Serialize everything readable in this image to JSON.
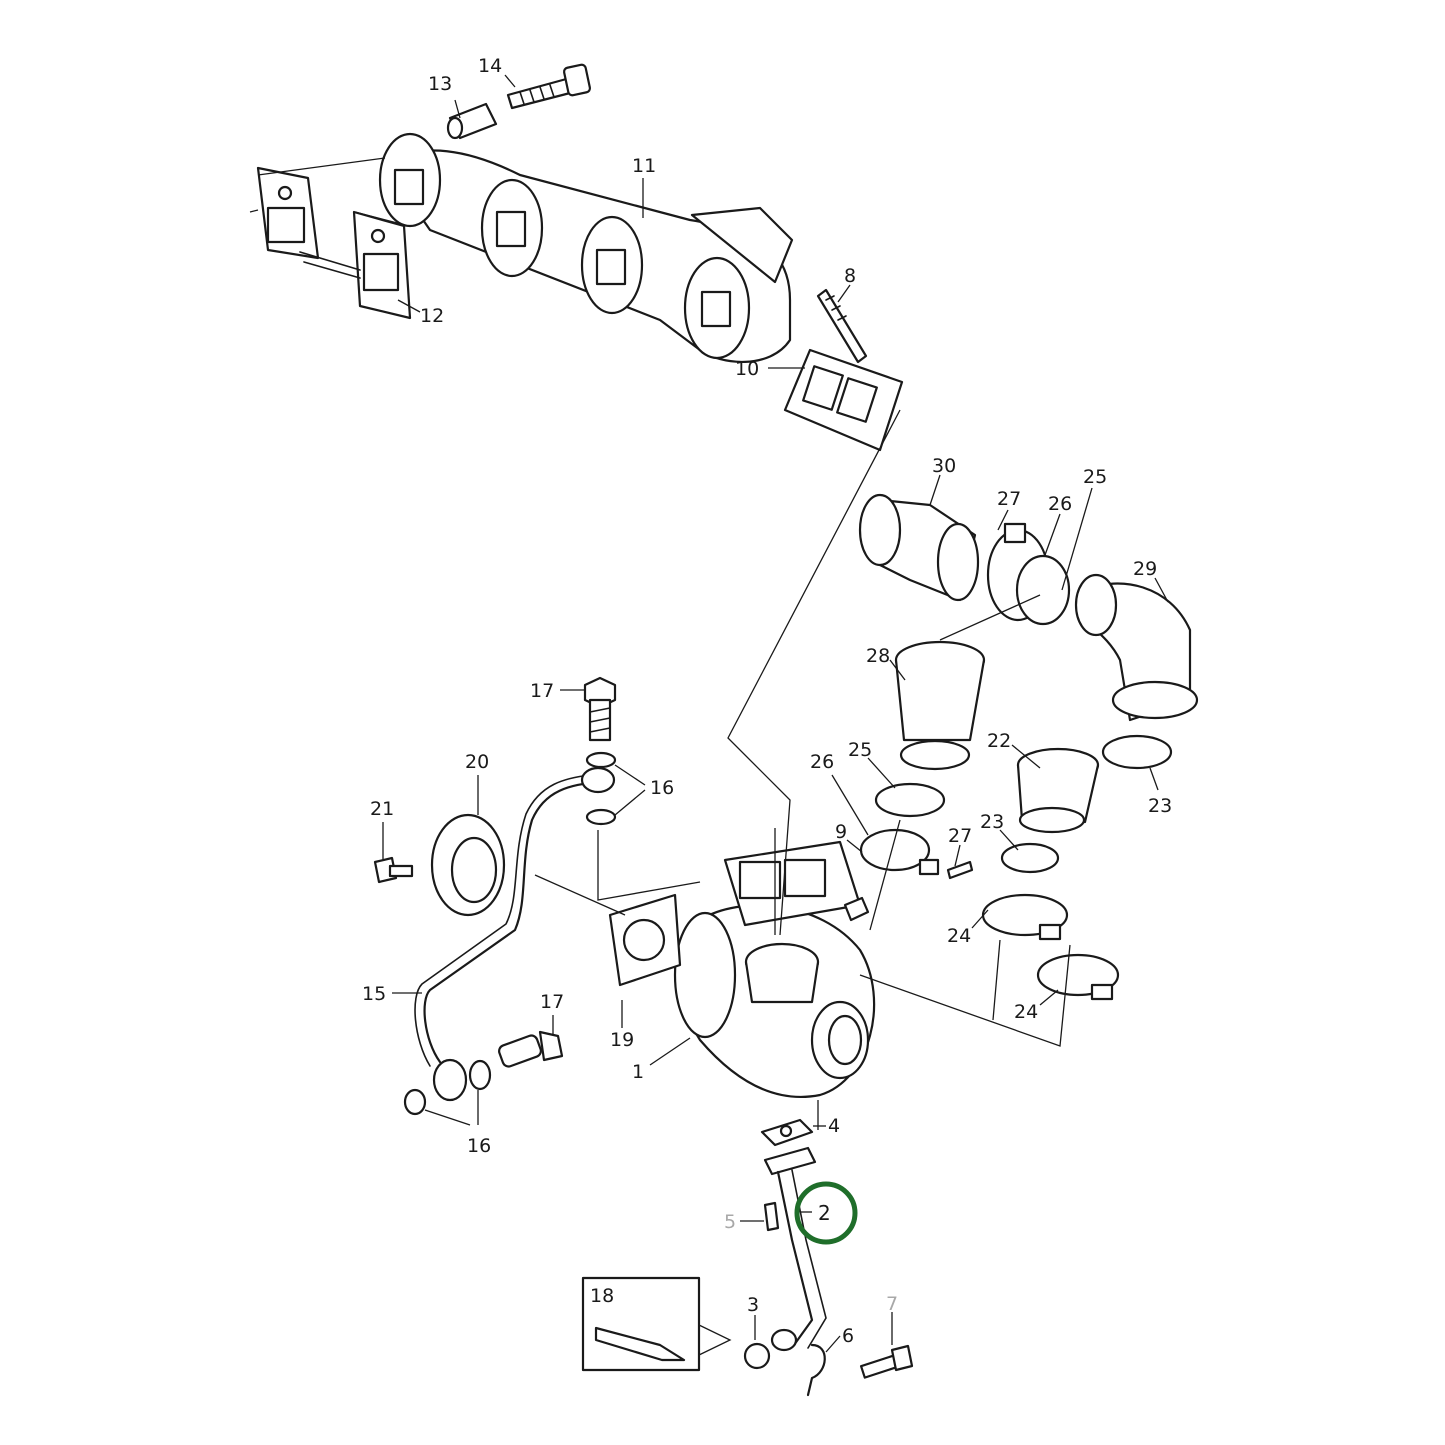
{
  "labels": {
    "l1": "1",
    "l2": "2",
    "l3": "3",
    "l4": "4",
    "l5": "5",
    "l6": "6",
    "l7": "7",
    "l8": "8",
    "l9": "9",
    "l10": "10",
    "l11": "11",
    "l12": "12",
    "l13": "13",
    "l14": "14",
    "l15": "15",
    "l16a": "16",
    "l16b": "16",
    "l17a": "17",
    "l17b": "17",
    "l18": "18",
    "l19": "19",
    "l20": "20",
    "l21": "21",
    "l22": "22",
    "l23a": "23",
    "l23b": "23",
    "l24a": "24",
    "l24b": "24",
    "l25a": "25",
    "l25b": "25",
    "l26a": "26",
    "l26b": "26",
    "l27a": "27",
    "l27b": "27",
    "l28": "28",
    "l29": "29",
    "l30": "30"
  },
  "highlight": {
    "part_number": "2",
    "color": "#1f6e2a"
  },
  "colors": {
    "line": "#1a1a1a",
    "faint_label": "#a8a8a8",
    "background": "#ffffff"
  }
}
